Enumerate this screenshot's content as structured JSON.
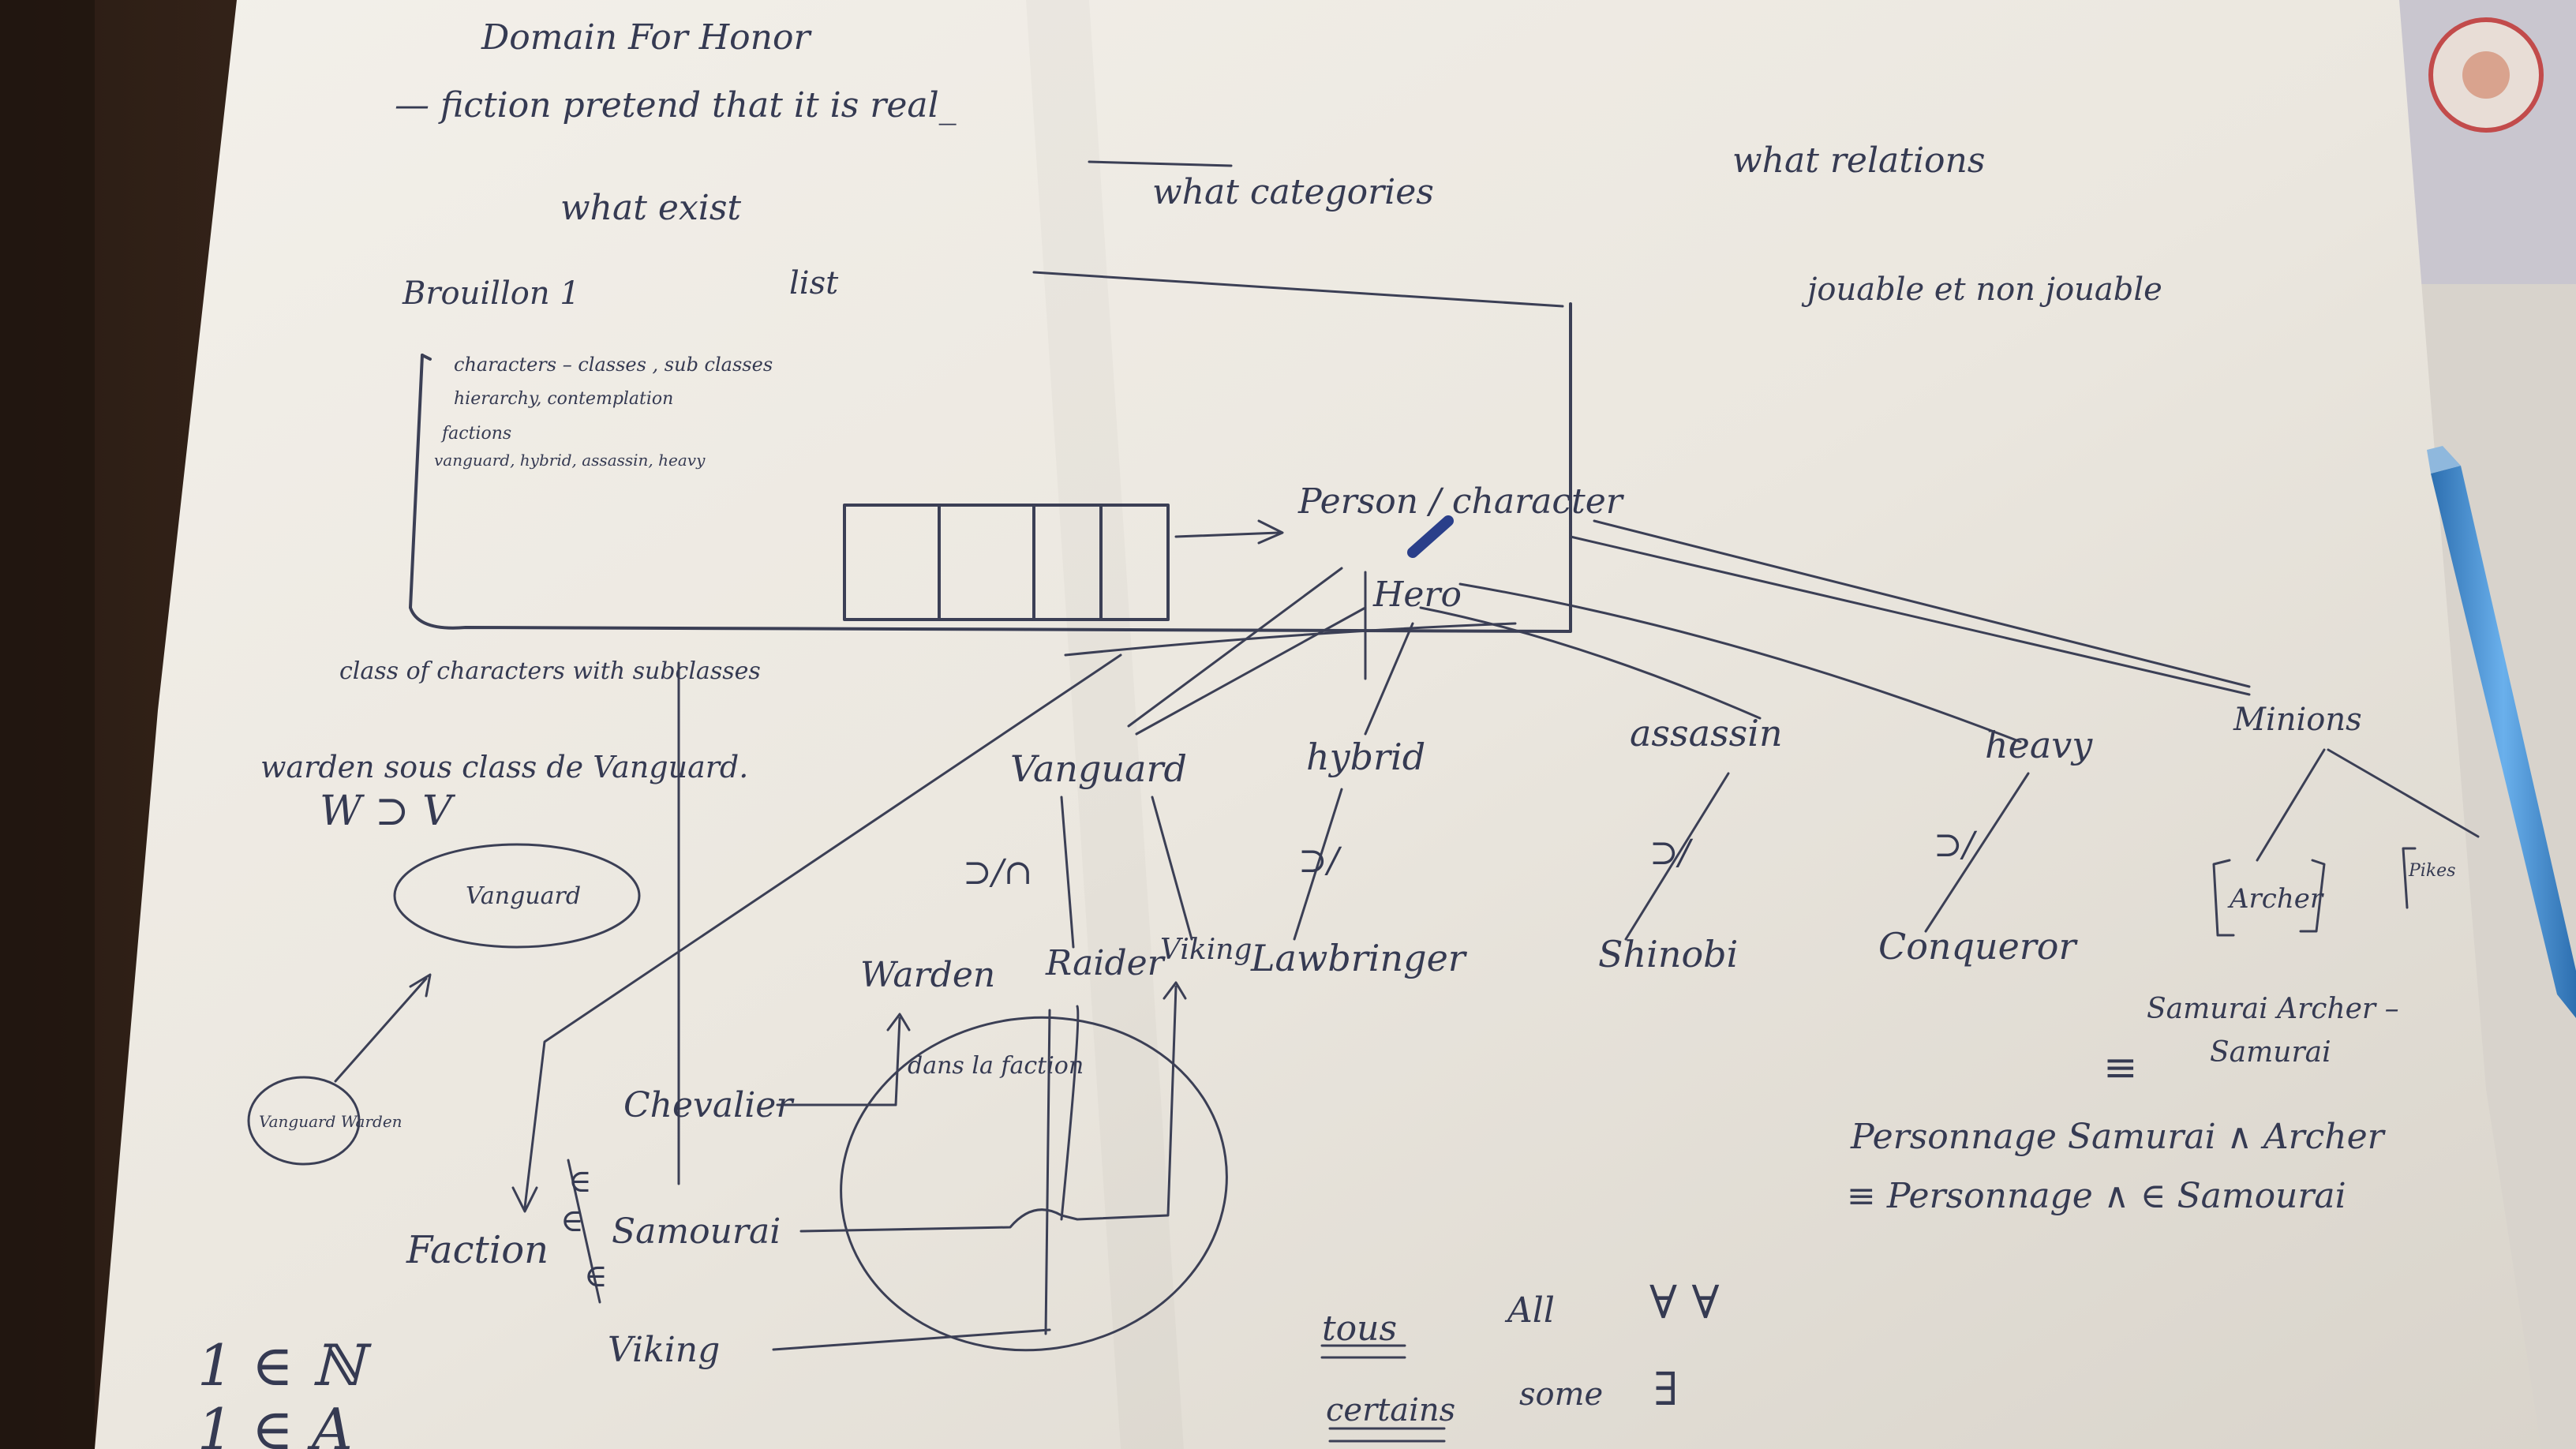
{
  "photo": {
    "subject": "",
    "colors": {
      "table": "#3a2a20",
      "paper": "#eeeae2",
      "ink": "#3b3f55",
      "pen_body": "#4a8fd0"
    }
  },
  "header": {
    "line1": "Domain  For Honor",
    "line2": "— fiction   pretend that it is real_",
    "q_exist": "what exist",
    "q_categories": "what categories",
    "q_relations": "what relations",
    "playable": "jouable et non jouable"
  },
  "draft_box": {
    "title": "Brouillon 1",
    "list_label": "list",
    "notes": [
      "characters – classes , sub classes",
      "hierarchy, contemplation",
      "factions",
      "vanguard, hybrid, assassin, heavy"
    ]
  },
  "hierarchy": {
    "person": "Person / character",
    "hero": "Hero",
    "classes": [
      "Vanguard",
      "hybrid",
      "assassin",
      "heavy",
      "Minions"
    ],
    "sub_marks": [
      "⊃/∩",
      "⊃/",
      "⊃/",
      "⊃/"
    ],
    "vanguard_heroes": [
      "Warden",
      "Raider",
      "Viking"
    ],
    "hybrid_hero": "Lawbringer",
    "assassin_hero": "Shinobi",
    "heavy_hero": "Conqueror",
    "minions": [
      "Archer",
      "Pikes"
    ]
  },
  "left_notes": {
    "class_with_subclasses": "class of characters with subclasses",
    "warden_sub": "warden sous class de Vanguard.",
    "formula": "W ⊃ V",
    "bubble": "Vanguard",
    "small_bubble": "Vanguard Warden",
    "dans": "dans la faction"
  },
  "faction": {
    "label": "Faction",
    "members": [
      "Chevalier",
      "Samourai",
      "Viking"
    ],
    "rel": [
      "∈",
      "∈",
      "∈"
    ]
  },
  "logic": {
    "samurai_archer": "Samurai Archer –",
    "samurai": "Samurai",
    "eq1": "≡",
    "personnage": "Personnage Samurai ∧ Archer",
    "eq2": "≡ Personnage ∧ ∈ Samourai"
  },
  "quantifiers": {
    "tous": "tous",
    "all": "All",
    "forall": "∀ ∀",
    "certains": "certains",
    "some": "some",
    "exists": "∃"
  },
  "sets": {
    "n": "1 ∈ ℕ",
    "a": "1 ∈ A"
  }
}
